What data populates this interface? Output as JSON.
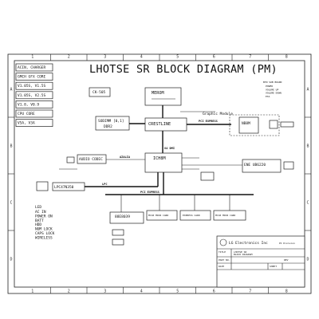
{
  "title": "LHOTSE SR BLOCK DIAGRAM (PM)",
  "zones": {
    "columns": [
      "1",
      "2",
      "3",
      "4",
      "5",
      "6",
      "7",
      "8"
    ],
    "rows": [
      "A",
      "B",
      "C",
      "D"
    ]
  },
  "power_list": [
    "ACIN, CHARGER",
    "GMCH GFX CORE",
    "V1.05S, V1.5S",
    "V1.05S, V2.5S",
    "V1.8, V0.9",
    "CPU CORE",
    "V5A, V3A"
  ],
  "blocks": {
    "ck505": "CK-505",
    "merom": "MEROM",
    "crestline": "CRESTLINE",
    "sodimm": "SODIMM [0,1]",
    "ddr2": "DDR2",
    "ich8m": "ICH8M",
    "audio": "AUDIO CODEC",
    "lpc": "LPC47N350",
    "ene": "ENE UB6220",
    "nb8m": "NB8M",
    "graphic_module": "Graphic Module",
    "sub_board": "BTN SUB BOARD",
    "sub_board_items": [
      "POWER",
      "VOLUME UP",
      "VOLUME DOWN",
      "ESS"
    ],
    "pcie_ex": [
      "88E8039",
      "MC18 MINI CARD",
      "EXPRESS CARD",
      "MC18 MINI CARD"
    ],
    "led": "LED",
    "led_items": [
      "AC IN",
      "POWER ON",
      "BATT",
      "HDD",
      "NUM LOCK",
      "CAPS LOCK",
      "WIRELESS"
    ]
  },
  "bus_labels": {
    "pci_express_top": "PCI EXPRESS",
    "x4_dmi": "X4 DMI",
    "azalia": "AZALIA",
    "lpc": "LPC",
    "pci_express_bottom": "PCI EXPRESS"
  },
  "title_block": {
    "company": "LG Electronics Inc",
    "division": "PC Division",
    "title_label": "TITLE",
    "title_value": "LHOTSE SR",
    "subtitle": "BLOCK DIAGRAM",
    "part_label": "PART NO.",
    "date_label": "DATE",
    "sheet_label": "SHEET",
    "rev_label": "REV"
  }
}
